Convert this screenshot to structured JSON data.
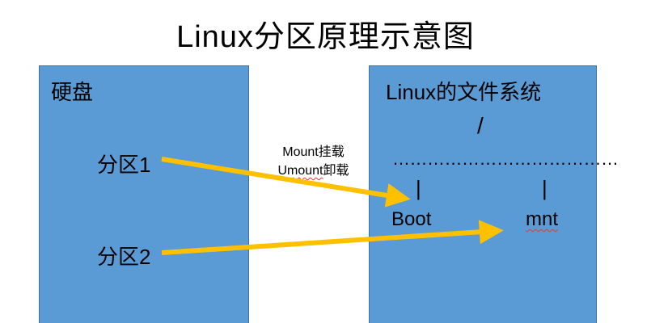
{
  "title": "Linux分区原理示意图",
  "disk": {
    "label": "硬盘",
    "partitions": [
      "分区1",
      "分区2"
    ]
  },
  "filesystem": {
    "label": "Linux的文件系统",
    "root": "/",
    "dotted_line": "…………………………………",
    "separator": "|",
    "directories": [
      "Boot",
      "mnt"
    ]
  },
  "mount_labels": {
    "mount": "Mount挂载",
    "umount_prefix": "",
    "umount_word": "Umount",
    "umount_suffix": "卸载"
  },
  "colors": {
    "box_fill": "#5b9bd5",
    "box_border": "#41719c",
    "arrow": "#ffc000"
  }
}
